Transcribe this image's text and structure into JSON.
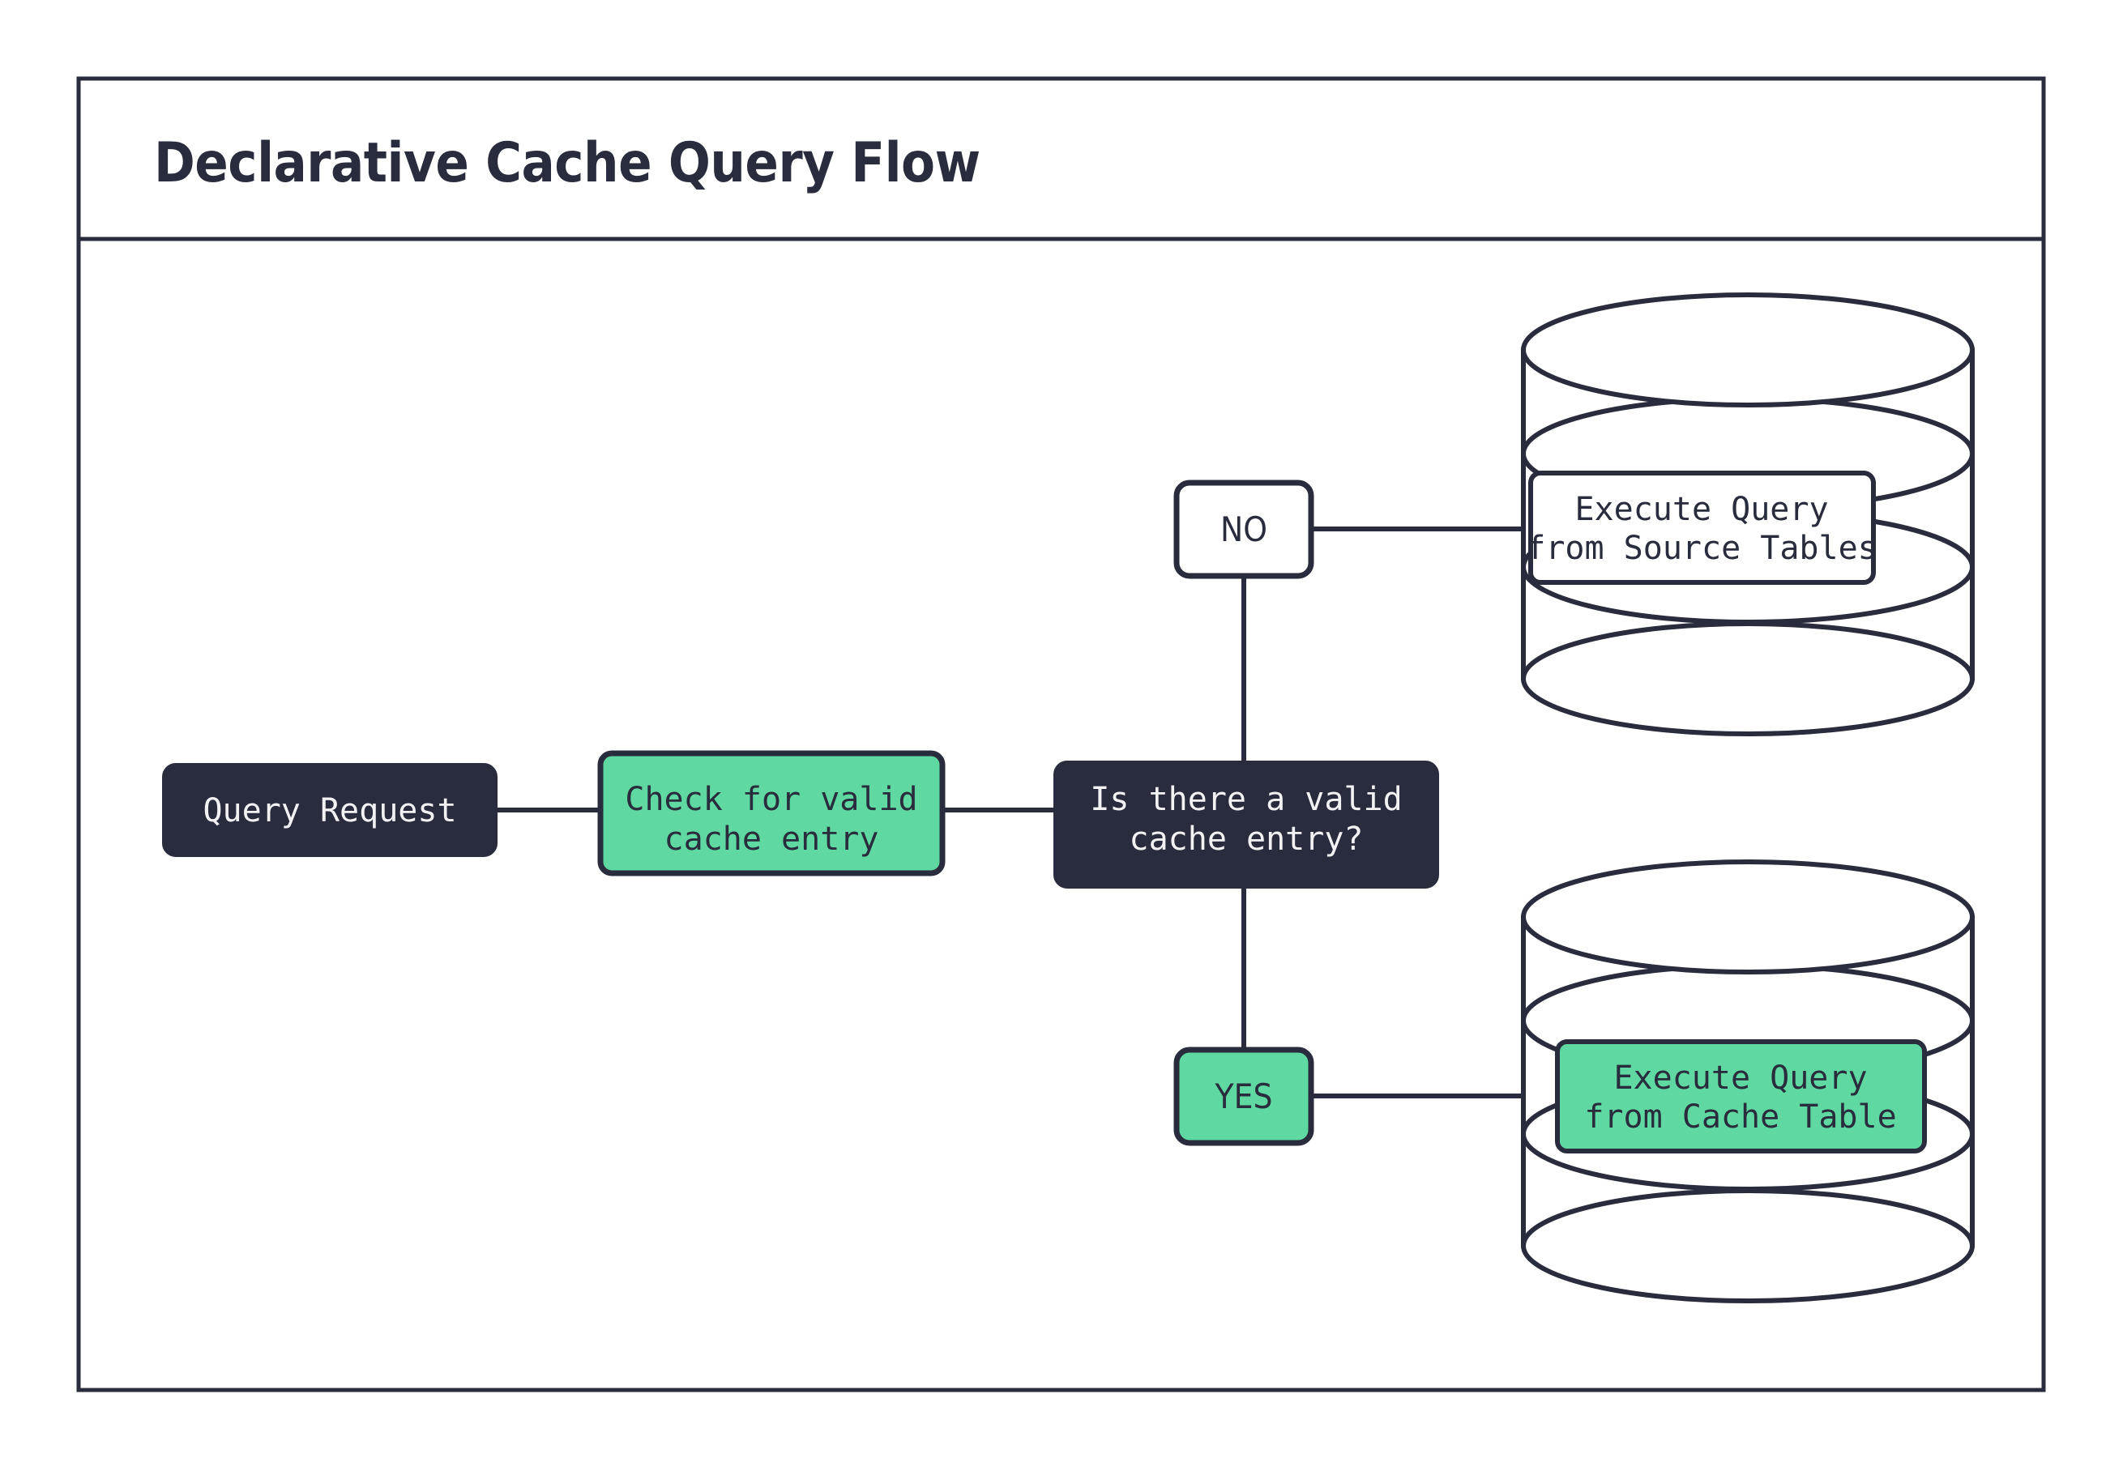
{
  "page": {
    "title": "Declarative Cache Query Flow",
    "background_color": "#ffffff",
    "frame_color": "#282C3C",
    "accent_green": "#5FD9A1",
    "dark_fill": "#282C3C"
  },
  "diagram": {
    "type": "flowchart",
    "nodes": [
      {
        "id": "query-request",
        "label": "Query Request",
        "shape": "rounded-rect",
        "fill": "#282C3C",
        "text_color": "#F2F2F5"
      },
      {
        "id": "check-cache",
        "label_line1": "Check for valid",
        "label_line2": "cache entry",
        "shape": "rounded-rect",
        "fill": "#5FD9A1",
        "text_color": "#282C3C"
      },
      {
        "id": "decision",
        "label_line1": "Is there a valid",
        "label_line2": "cache entry?",
        "shape": "rounded-rect",
        "fill": "#282C3C",
        "text_color": "#F2F2F5"
      },
      {
        "id": "source-tables-db",
        "label_line1": "Execute Query",
        "label_line2": "from Source Tables",
        "shape": "cylinder",
        "fill": "#FFFFFF",
        "text_color": "#282C3C"
      },
      {
        "id": "cache-table-db",
        "label_line1": "Execute Query",
        "label_line2": "from Cache Table",
        "shape": "cylinder",
        "fill": "#5FD9A1",
        "text_color": "#282C3C"
      }
    ],
    "branches": [
      {
        "id": "branch-no",
        "label": "NO",
        "fill": "#FFFFFF",
        "text_color": "#282C3C",
        "target": "source-tables-db"
      },
      {
        "id": "branch-yes",
        "label": "YES",
        "fill": "#5FD9A1",
        "text_color": "#282C3C",
        "target": "cache-table-db"
      }
    ],
    "edges": [
      {
        "from": "query-request",
        "to": "check-cache"
      },
      {
        "from": "check-cache",
        "to": "decision"
      },
      {
        "from": "decision",
        "to": "branch-no"
      },
      {
        "from": "decision",
        "to": "branch-yes"
      },
      {
        "from": "branch-no",
        "to": "source-tables-db"
      },
      {
        "from": "branch-yes",
        "to": "cache-table-db"
      }
    ]
  }
}
